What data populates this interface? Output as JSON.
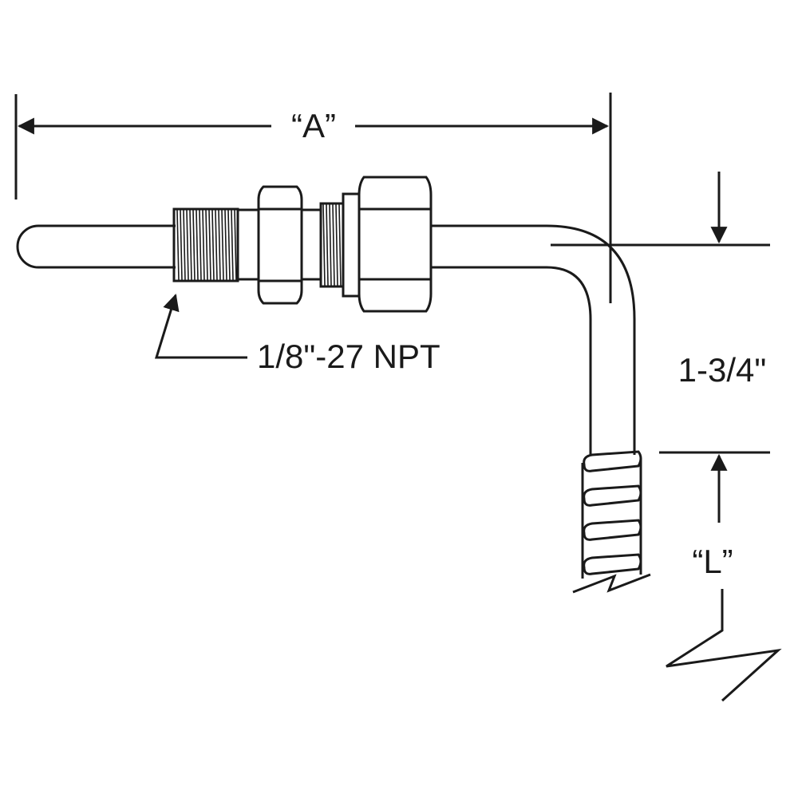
{
  "labels": {
    "dim_a": "“A”",
    "thread_spec": "1/8\"-27 NPT",
    "bend_dim": "1-3/4\"",
    "dim_l": "“L”"
  },
  "colors": {
    "ink": "#1a1a1a",
    "background": "#ffffff"
  }
}
